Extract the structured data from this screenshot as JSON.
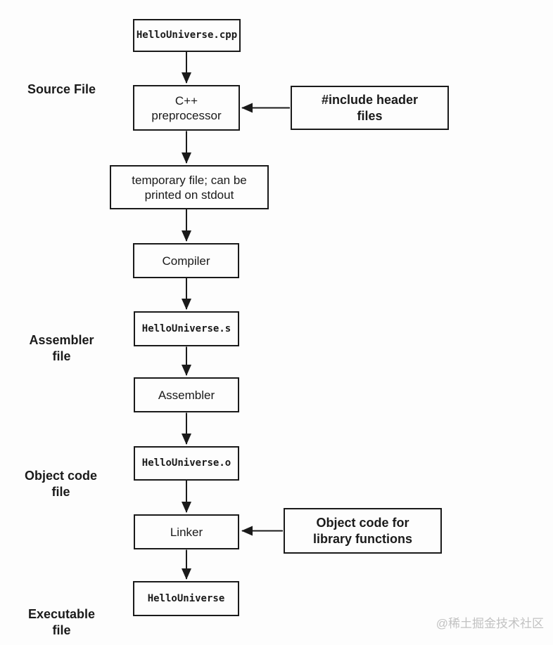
{
  "diagram": {
    "title_implicit": "C++ build pipeline flowchart",
    "stage_labels": {
      "source": "Source File",
      "assembler": "Assembler\nfile",
      "object": "Object code\nfile",
      "executable": "Executable\nfile"
    },
    "nodes": {
      "source_file": "HelloUniverse.cpp",
      "preprocessor": "C++\npreprocessor",
      "temp_file": "temporary file; can be\nprinted on stdout",
      "compiler": "Compiler",
      "assembler_file": "HelloUniverse.s",
      "assembler": "Assembler",
      "object_file": "HelloUniverse.o",
      "linker": "Linker",
      "executable_file": "HelloUniverse"
    },
    "inputs": {
      "headers": "#include header\nfiles",
      "libraries": "Object code for\nlibrary functions"
    },
    "colors": {
      "line": "#1a1a1a",
      "background": "#fdfdfd",
      "watermark": "#c2c2c2"
    },
    "watermark": "@稀土掘金技术社区"
  }
}
